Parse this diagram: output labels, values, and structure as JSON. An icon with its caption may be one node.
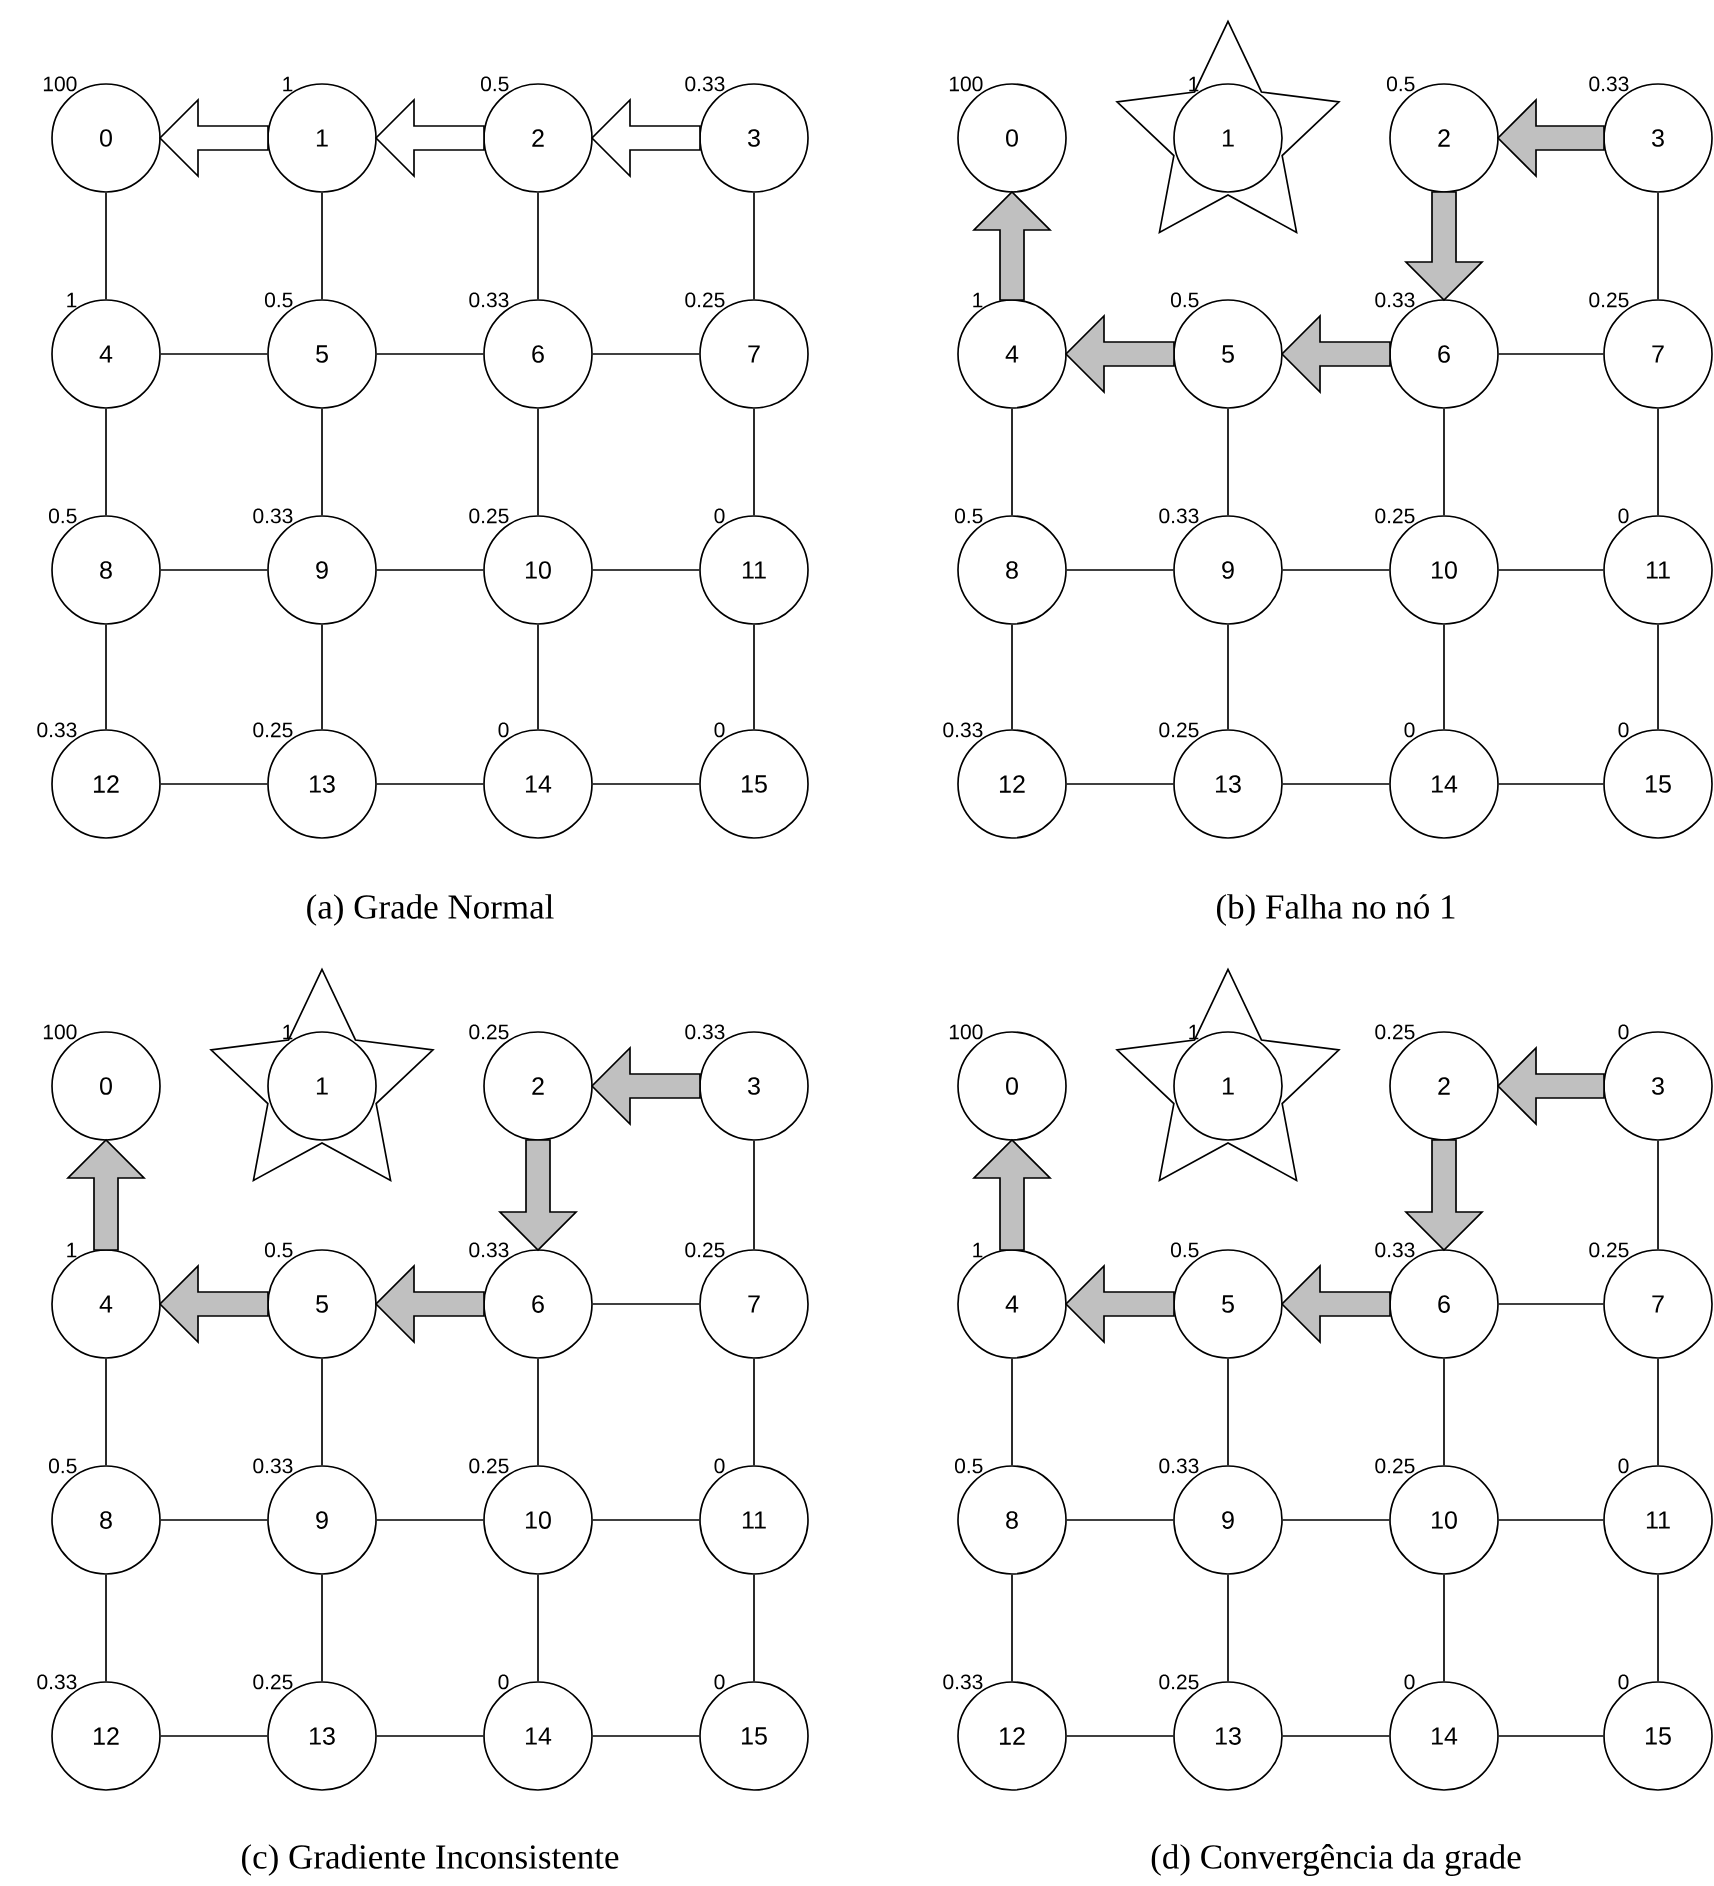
{
  "diagram": {
    "nodes": [
      {
        "text": [
          "0"
        ],
        "beside": [
          "100"
        ]
      },
      {
        "text": [
          "1"
        ],
        "beside": [
          "1"
        ]
      },
      {
        "text": [
          "2"
        ],
        "beside": [
          "0.5"
        ]
      },
      {
        "text": [
          "3"
        ],
        "beside": [
          "0.33"
        ]
      },
      {
        "text": [
          "4"
        ],
        "beside": [
          "1"
        ]
      },
      {
        "text": [
          "5"
        ],
        "beside": [
          "0.5"
        ]
      },
      {
        "text": [
          "6"
        ],
        "beside": [
          "0.33"
        ]
      },
      {
        "text": [
          "7"
        ],
        "beside": [
          "0.25"
        ]
      },
      {
        "text": [
          "8"
        ],
        "beside": [
          "0.5"
        ]
      },
      {
        "text": [
          "9"
        ],
        "beside": [
          "0.33"
        ]
      },
      {
        "text": [
          "10"
        ],
        "beside": [
          "0.25"
        ]
      },
      {
        "text": [
          "11"
        ],
        "beside": [
          "0"
        ]
      },
      {
        "text": [
          "12"
        ],
        "beside": [
          "0.33"
        ]
      },
      {
        "text": [
          "13"
        ],
        "beside": [
          "0.25"
        ]
      },
      {
        "text": [
          "14"
        ],
        "beside": [
          "0"
        ]
      },
      {
        "text": [
          "15"
        ],
        "beside": [
          "0"
        ]
      },
      {
        "text": [
          "0"
        ],
        "beside": [
          "100"
        ]
      },
      {
        "text": [],
        "shape": "star"
      },
      {
        "text": [
          "1"
        ],
        "beside": [
          "1"
        ],
        "in": 17
      },
      {
        "text": [
          "2"
        ],
        "beside": [
          "0.5"
        ]
      },
      {
        "text": [
          "3"
        ],
        "beside": [
          "0.33"
        ]
      },
      {
        "text": [
          "4"
        ],
        "beside": [
          "1"
        ]
      },
      {
        "text": [
          "5"
        ],
        "beside": [
          "0.5"
        ]
      },
      {
        "text": [
          "6"
        ],
        "beside": [
          "0.33"
        ]
      },
      {
        "text": [
          "7"
        ],
        "beside": [
          "0.25"
        ]
      },
      {
        "text": [
          "8"
        ],
        "beside": [
          "0.5"
        ]
      },
      {
        "text": [
          "9"
        ],
        "beside": [
          "0.33"
        ]
      },
      {
        "text": [
          "10"
        ],
        "beside": [
          "0.25"
        ]
      },
      {
        "text": [
          "11"
        ],
        "beside": [
          "0"
        ]
      },
      {
        "text": [
          "12"
        ],
        "beside": [
          "0.33"
        ]
      },
      {
        "text": [
          "13"
        ],
        "beside": [
          "0.25"
        ]
      },
      {
        "text": [
          "14"
        ],
        "beside": [
          "0"
        ]
      },
      {
        "text": [
          "15"
        ],
        "beside": [
          "0"
        ]
      },
      {
        "text": [
          "0"
        ],
        "beside": [
          "100"
        ]
      },
      {
        "text": [],
        "shape": "star"
      },
      {
        "text": [
          "1"
        ],
        "beside": [
          "1"
        ],
        "in": 34
      },
      {
        "text": [
          "2"
        ],
        "beside": [
          "0.25"
        ]
      },
      {
        "text": [
          "3"
        ],
        "beside": [
          "0.33"
        ]
      },
      {
        "text": [
          "4"
        ],
        "beside": [
          "1"
        ]
      },
      {
        "text": [
          "5"
        ],
        "beside": [
          "0.5"
        ]
      },
      {
        "text": [
          "6"
        ],
        "beside": [
          "0.33"
        ]
      },
      {
        "text": [
          "7"
        ],
        "beside": [
          "0.25"
        ]
      },
      {
        "text": [
          "8"
        ],
        "beside": [
          "0.5"
        ]
      },
      {
        "text": [
          "9"
        ],
        "beside": [
          "0.33"
        ]
      },
      {
        "text": [
          "10"
        ],
        "beside": [
          "0.25"
        ]
      },
      {
        "text": [
          "11"
        ],
        "beside": [
          "0"
        ]
      },
      {
        "text": [
          "12"
        ],
        "beside": [
          "0.33"
        ]
      },
      {
        "text": [
          "13"
        ],
        "beside": [
          "0.25"
        ]
      },
      {
        "text": [
          "14"
        ],
        "beside": [
          "0"
        ]
      },
      {
        "text": [
          "15"
        ],
        "beside": [
          "0"
        ]
      },
      {
        "text": [
          "0"
        ],
        "beside": [
          "100"
        ]
      },
      {
        "text": [],
        "shape": "star"
      },
      {
        "text": [
          "1"
        ],
        "beside": [
          "1"
        ],
        "in": 51
      },
      {
        "text": [
          "2"
        ],
        "beside": [
          "0.25"
        ]
      },
      {
        "text": [
          "3"
        ],
        "beside": [
          "0"
        ]
      },
      {
        "text": [
          "4"
        ],
        "beside": [
          "1"
        ]
      },
      {
        "text": [
          "5"
        ],
        "beside": [
          "0.5"
        ]
      },
      {
        "text": [
          "6"
        ],
        "beside": [
          "0.33"
        ]
      },
      {
        "text": [
          "7"
        ],
        "beside": [
          "0.25"
        ]
      },
      {
        "text": [
          "8"
        ],
        "beside": [
          "0.5"
        ]
      },
      {
        "text": [
          "9"
        ],
        "beside": [
          "0.33"
        ]
      },
      {
        "text": [
          "10"
        ],
        "beside": [
          "0.25"
        ]
      },
      {
        "text": [
          "11"
        ],
        "beside": [
          "0"
        ]
      },
      {
        "text": [
          "12"
        ],
        "beside": [
          "0.33"
        ]
      },
      {
        "text": [
          "13"
        ],
        "beside": [
          "0.25"
        ]
      },
      {
        "text": [
          "14"
        ],
        "beside": [
          "0"
        ]
      },
      {
        "text": [
          "15"
        ],
        "beside": [
          "0"
        ]
      }
    ],
    "edges": [
      {
        "from": 1,
        "to": 0,
        "arrow": "to",
        "style": "thick"
      },
      {
        "from": 2,
        "to": 1,
        "arrow": "to",
        "style": "thick"
      },
      {
        "from": 3,
        "to": 2,
        "arrow": "to",
        "style": "thick"
      },
      {
        "from": 0,
        "to": 4,
        "arrow": "none"
      },
      {
        "from": 1,
        "to": 5,
        "arrow": "none"
      },
      {
        "from": 2,
        "to": 6,
        "arrow": "none"
      },
      {
        "from": 3,
        "to": 7,
        "arrow": "none"
      },
      {
        "from": 4,
        "to": 5,
        "arrow": "none"
      },
      {
        "from": 5,
        "to": 6,
        "arrow": "none"
      },
      {
        "from": 6,
        "to": 7,
        "arrow": "none"
      },
      {
        "from": 4,
        "to": 8,
        "arrow": "none"
      },
      {
        "from": 5,
        "to": 9,
        "arrow": "none"
      },
      {
        "from": 6,
        "to": 10,
        "arrow": "none"
      },
      {
        "from": 7,
        "to": 11,
        "arrow": "none"
      },
      {
        "from": 8,
        "to": 9,
        "arrow": "none"
      },
      {
        "from": 9,
        "to": 10,
        "arrow": "none"
      },
      {
        "from": 10,
        "to": 11,
        "arrow": "none"
      },
      {
        "from": 8,
        "to": 12,
        "arrow": "none"
      },
      {
        "from": 9,
        "to": 13,
        "arrow": "none"
      },
      {
        "from": 10,
        "to": 14,
        "arrow": "none"
      },
      {
        "from": 11,
        "to": 15,
        "arrow": "none"
      },
      {
        "from": 12,
        "to": 13,
        "arrow": "none"
      },
      {
        "from": 13,
        "to": 14,
        "arrow": "none"
      },
      {
        "from": 14,
        "to": 15,
        "arrow": "none"
      },
      {
        "from": 20,
        "to": 19,
        "arrow": "to",
        "style": "thick",
        "color": "#c0c0c0"
      },
      {
        "from": 19,
        "to": 23,
        "arrow": "to",
        "style": "thick",
        "color": "#c0c0c0"
      },
      {
        "from": 23,
        "to": 22,
        "arrow": "to",
        "style": "thick",
        "color": "#c0c0c0"
      },
      {
        "from": 22,
        "to": 21,
        "arrow": "to",
        "style": "thick",
        "color": "#c0c0c0"
      },
      {
        "from": 21,
        "to": 16,
        "arrow": "to",
        "style": "thick",
        "color": "#c0c0c0"
      },
      {
        "from": 20,
        "to": 24,
        "arrow": "none"
      },
      {
        "from": 23,
        "to": 24,
        "arrow": "none"
      },
      {
        "from": 21,
        "to": 25,
        "arrow": "none"
      },
      {
        "from": 22,
        "to": 26,
        "arrow": "none"
      },
      {
        "from": 23,
        "to": 27,
        "arrow": "none"
      },
      {
        "from": 24,
        "to": 28,
        "arrow": "none"
      },
      {
        "from": 25,
        "to": 26,
        "arrow": "none"
      },
      {
        "from": 26,
        "to": 27,
        "arrow": "none"
      },
      {
        "from": 27,
        "to": 28,
        "arrow": "none"
      },
      {
        "from": 25,
        "to": 29,
        "arrow": "none"
      },
      {
        "from": 26,
        "to": 30,
        "arrow": "none"
      },
      {
        "from": 27,
        "to": 31,
        "arrow": "none"
      },
      {
        "from": 28,
        "to": 32,
        "arrow": "none"
      },
      {
        "from": 29,
        "to": 30,
        "arrow": "none"
      },
      {
        "from": 30,
        "to": 31,
        "arrow": "none"
      },
      {
        "from": 31,
        "to": 32,
        "arrow": "none"
      },
      {
        "from": 37,
        "to": 36,
        "arrow": "to",
        "style": "thick",
        "color": "#c0c0c0"
      },
      {
        "from": 36,
        "to": 40,
        "arrow": "to",
        "style": "thick",
        "color": "#c0c0c0"
      },
      {
        "from": 40,
        "to": 39,
        "arrow": "to",
        "style": "thick",
        "color": "#c0c0c0"
      },
      {
        "from": 39,
        "to": 38,
        "arrow": "to",
        "style": "thick",
        "color": "#c0c0c0"
      },
      {
        "from": 38,
        "to": 33,
        "arrow": "to",
        "style": "thick",
        "color": "#c0c0c0"
      },
      {
        "from": 37,
        "to": 41,
        "arrow": "none"
      },
      {
        "from": 40,
        "to": 41,
        "arrow": "none"
      },
      {
        "from": 38,
        "to": 42,
        "arrow": "none"
      },
      {
        "from": 39,
        "to": 43,
        "arrow": "none"
      },
      {
        "from": 40,
        "to": 44,
        "arrow": "none"
      },
      {
        "from": 41,
        "to": 45,
        "arrow": "none"
      },
      {
        "from": 42,
        "to": 43,
        "arrow": "none"
      },
      {
        "from": 43,
        "to": 44,
        "arrow": "none"
      },
      {
        "from": 44,
        "to": 45,
        "arrow": "none"
      },
      {
        "from": 42,
        "to": 46,
        "arrow": "none"
      },
      {
        "from": 43,
        "to": 47,
        "arrow": "none"
      },
      {
        "from": 44,
        "to": 48,
        "arrow": "none"
      },
      {
        "from": 45,
        "to": 49,
        "arrow": "none"
      },
      {
        "from": 46,
        "to": 47,
        "arrow": "none"
      },
      {
        "from": 47,
        "to": 48,
        "arrow": "none"
      },
      {
        "from": 48,
        "to": 49,
        "arrow": "none"
      },
      {
        "from": 54,
        "to": 53,
        "arrow": "to",
        "style": "thick",
        "color": "#c0c0c0"
      },
      {
        "from": 53,
        "to": 57,
        "arrow": "to",
        "style": "thick",
        "color": "#c0c0c0"
      },
      {
        "from": 57,
        "to": 56,
        "arrow": "to",
        "style": "thick",
        "color": "#c0c0c0"
      },
      {
        "from": 56,
        "to": 55,
        "arrow": "to",
        "style": "thick",
        "color": "#c0c0c0"
      },
      {
        "from": 55,
        "to": 50,
        "arrow": "to",
        "style": "thick",
        "color": "#c0c0c0"
      },
      {
        "from": 54,
        "to": 58,
        "arrow": "none"
      },
      {
        "from": 57,
        "to": 58,
        "arrow": "none"
      },
      {
        "from": 55,
        "to": 59,
        "arrow": "none"
      },
      {
        "from": 56,
        "to": 60,
        "arrow": "none"
      },
      {
        "from": 57,
        "to": 61,
        "arrow": "none"
      },
      {
        "from": 58,
        "to": 62,
        "arrow": "none"
      },
      {
        "from": 59,
        "to": 60,
        "arrow": "none"
      },
      {
        "from": 60,
        "to": 61,
        "arrow": "none"
      },
      {
        "from": 61,
        "to": 62,
        "arrow": "none"
      },
      {
        "from": 59,
        "to": 63,
        "arrow": "none"
      },
      {
        "from": 60,
        "to": 64,
        "arrow": "none"
      },
      {
        "from": 61,
        "to": 65,
        "arrow": "none"
      },
      {
        "from": 62,
        "to": 66,
        "arrow": "none"
      },
      {
        "from": 63,
        "to": 64,
        "arrow": "none"
      },
      {
        "from": 64,
        "to": 65,
        "arrow": "none"
      },
      {
        "from": 65,
        "to": 66,
        "arrow": "none"
      }
    ],
    "labels": [
      "(a) Grade Normal",
      "(b) Falha no nó 1",
      "(c) Gradiente Inconsistente",
      "(d) Convergência da grade"
    ]
  }
}
